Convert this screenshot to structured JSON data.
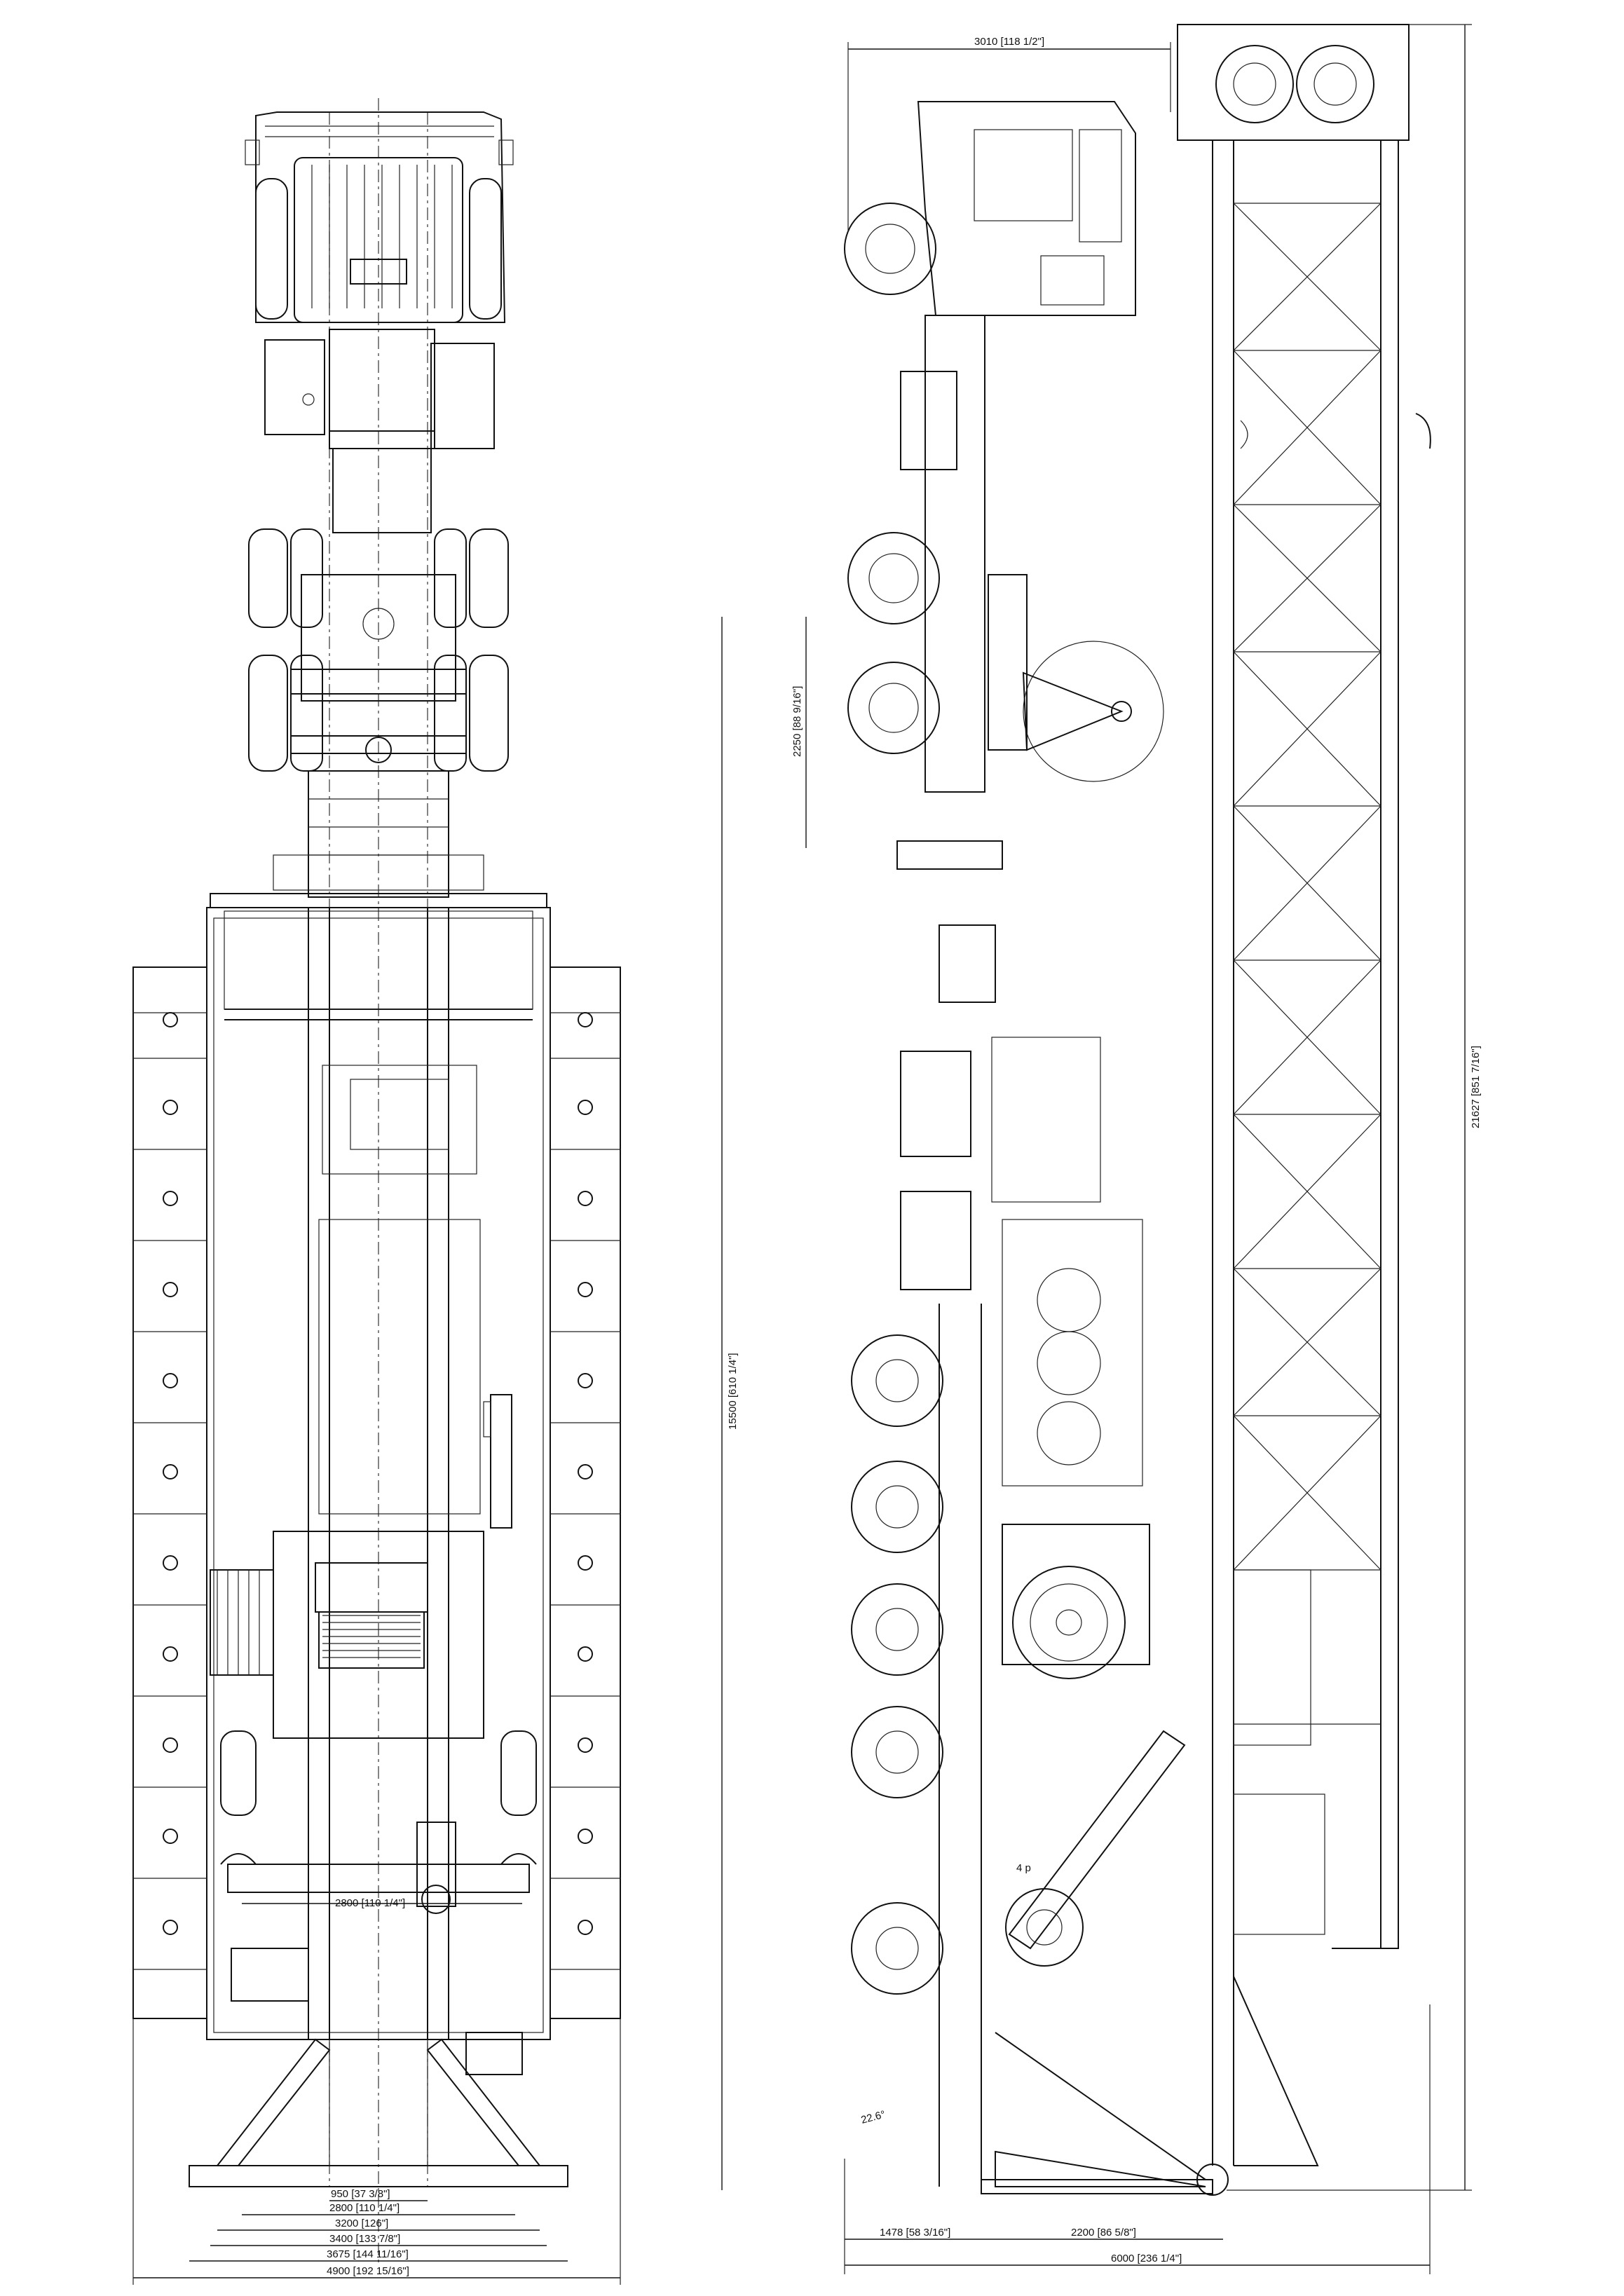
{
  "drawing": {
    "top_view": {
      "dimensions": {
        "d950": "950 [37 3/8\"]",
        "d2800_inner": "2800 [110 1/4\"]",
        "d2800": "2800 [110 1/4\"]",
        "d3200": "3200 [126\"]",
        "d3400": "3400 [133 7/8\"]",
        "d3675": "3675 [144 11/16\"]",
        "d4900": "4900 [192 15/16\"]"
      }
    },
    "side_view": {
      "dimensions": {
        "d3010": "3010 [118 1/2\"]",
        "d2250": "2250 [88 9/16\"]",
        "d15500": "15500 [610 1/4\"]",
        "d21627": "21627 [851 7/16\"]",
        "d1478": "1478 [58 3/16\"]",
        "d2200": "2200 [86 5/8\"]",
        "d6000": "6000 [236 1/4\"]",
        "angle": "22.6°",
        "small_label": "4 p"
      }
    }
  }
}
